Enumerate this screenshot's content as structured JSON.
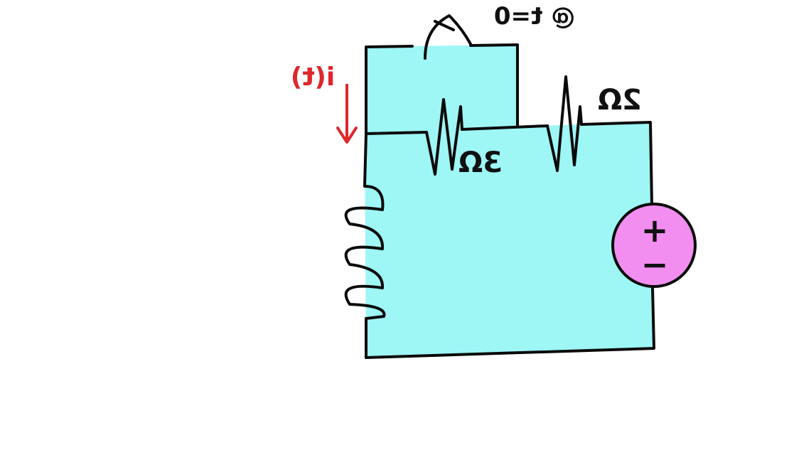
{
  "labels": {
    "switch": "@ t=0",
    "current": "i(t)",
    "resistor_left": "3Ω",
    "resistor_right": "2Ω",
    "source_plus": "+",
    "source_minus": "−"
  },
  "colors": {
    "background": "#ffffff",
    "circuit_fill": "#9ef6f5",
    "wire": "#0a0a0a",
    "current_arrow": "#e0262c",
    "source_fill": "#f28ef0"
  },
  "components": {
    "switch_icon": "switch-icon",
    "inductor_icon": "inductor-coil-icon",
    "resistor_icon": "resistor-zigzag-icon",
    "source_icon": "voltage-source-icon",
    "arrow_icon": "arrow-down-icon"
  }
}
